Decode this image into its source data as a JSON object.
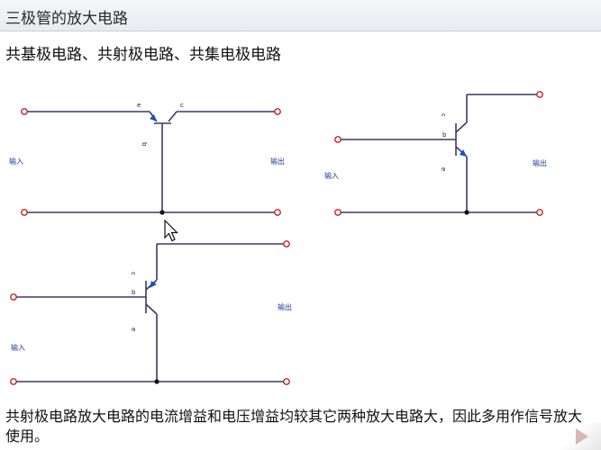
{
  "slide": {
    "title": "三极管的放大电路",
    "subtitle": "共基极电路、共射极电路、共集电极电路",
    "footer": "共射极电路放大电路的电流增益和电压增益均较其它两种放大电路大，因此多用作信号放大使用。"
  },
  "circuits": {
    "common_base": {
      "pin_e": "e",
      "pin_c": "c",
      "pin_b": "b",
      "input": "输入",
      "output": "输出"
    },
    "common_collector": {
      "pin_c": "c",
      "pin_b": "b",
      "pin_e": "e",
      "input": "输入",
      "output": "输出"
    },
    "common_emitter": {
      "pin_c": "c",
      "pin_b": "b",
      "pin_e": "e",
      "input": "输入",
      "output": "输出"
    }
  },
  "colors": {
    "wire": "#3a3a66",
    "terminal": "#c22424",
    "arrow": "#1a4fc4",
    "label": "#1a3d9a"
  },
  "icons": {
    "cursor": "mouse-pointer-icon",
    "corner": "next-slide-icon"
  }
}
